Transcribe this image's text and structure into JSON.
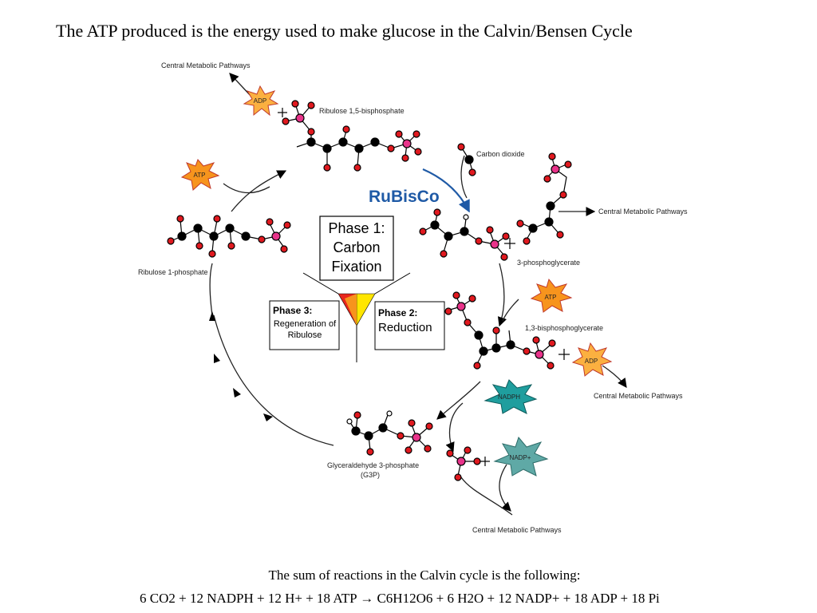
{
  "title": "The ATP produced is the energy used to make glucose in the Calvin/Bensen Cycle",
  "footer": {
    "line1": "The sum of reactions in the Calvin cycle is the following:",
    "line2": "6 CO2 + 12 NADPH + 12 H+ + 18 ATP → C6H12O6 + 6 H2O + 12 NADP+ + 18 ADP + 18 Pi"
  },
  "diagram": {
    "enzyme": "RuBisCo",
    "phase1": [
      "Phase 1:",
      "Carbon",
      "Fixation"
    ],
    "phase2": [
      "Phase 2:",
      "Reduction"
    ],
    "phase3": [
      "Phase 3:",
      "Regeneration of",
      "Ribulose"
    ],
    "labels": {
      "cmp_top": "Central Metabolic Pathways",
      "rubp": "Ribulose 1,5-bisphosphate",
      "co2": "Carbon dioxide",
      "cmp_right": "Central Metabolic Pathways",
      "pga": "3-phosphoglycerate",
      "bpg": "1,3-bisphosphoglycerate",
      "cmp_adp": "Central Metabolic Pathways",
      "g3p": "Glyceraldehyde 3-phosphate",
      "g3p_abbr": "(G3P)",
      "cmp_bottom": "Central Metabolic Pathways",
      "ru5p": "Ribulose 1-phosphate"
    },
    "stars": {
      "adp_top": "ADP",
      "atp_left": "ATP",
      "atp_right": "ATP",
      "adp_right": "ADP",
      "nadph": "NADPH",
      "nadp": "NADP+"
    },
    "colors": {
      "atp_fill": "#f7941d",
      "adp_fill": "#fbb040",
      "nadph_fill": "#1f9e9e",
      "nadp_fill": "#5fa9a6",
      "carbon": "#000000",
      "oxygen": "#e0191f",
      "phosphorus": "#e8338a",
      "rubisco_text": "#1f5aa6",
      "funnel_red": "#e8261c",
      "funnel_orange": "#f7941d",
      "funnel_yellow": "#ffe600"
    }
  }
}
